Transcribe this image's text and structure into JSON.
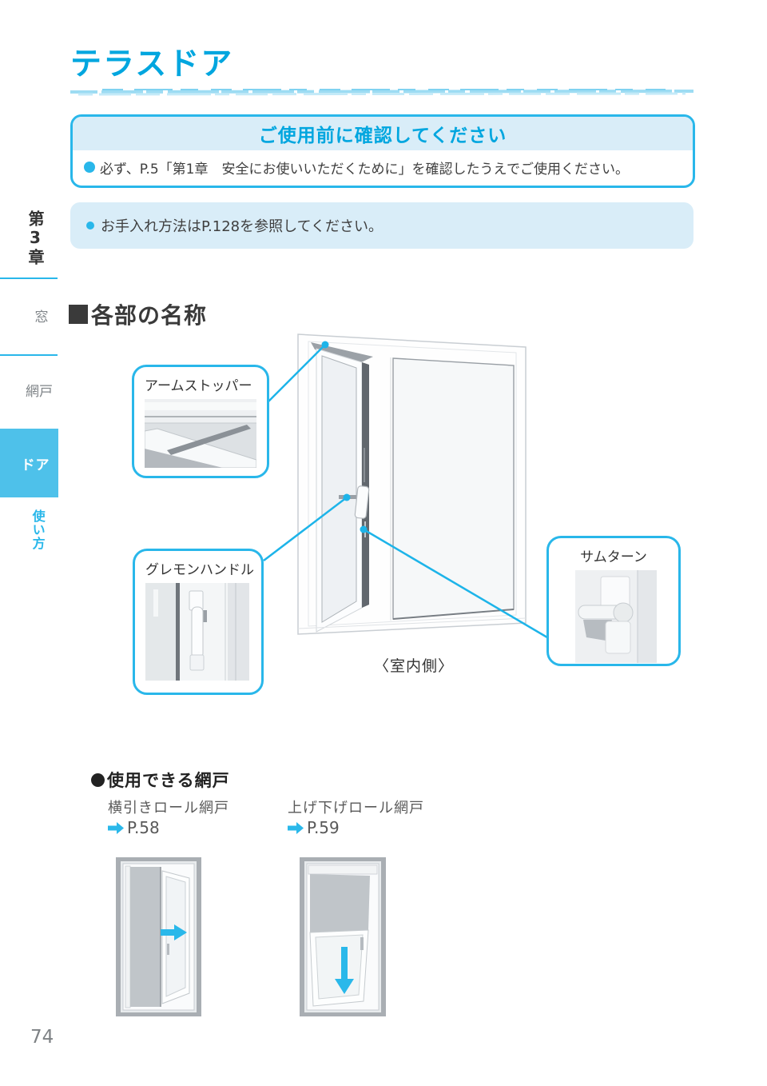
{
  "page": {
    "title": "テラスドア",
    "page_number": "74"
  },
  "sidebar": {
    "chapter": "第3章",
    "items": [
      {
        "label": "窓",
        "active": false
      },
      {
        "label": "網戸",
        "active": false
      },
      {
        "label": "ドア",
        "active": true
      },
      {
        "label": "使い方",
        "active": false
      }
    ]
  },
  "confirm_box": {
    "title": "ご使用前に確認してください",
    "body": "必ず、P.5「第1章　安全にお使いいただくために」を確認したうえでご使用ください。"
  },
  "note_box": {
    "text": "お手入れ方法はP.128を参照してください。"
  },
  "parts_section": {
    "heading": "各部の名称",
    "callouts": [
      {
        "label": "アームストッパー"
      },
      {
        "label": "グレモンハンドル"
      },
      {
        "label": "サムターン"
      }
    ],
    "view_label": "〈室内側〉"
  },
  "screens_section": {
    "heading": "使用できる網戸",
    "items": [
      {
        "name": "横引きロール網戸",
        "page_ref": "P.58"
      },
      {
        "name": "上げ下げロール網戸",
        "page_ref": "P.59"
      }
    ]
  },
  "colors": {
    "accent_cyan": "#00a6df",
    "border_cyan": "#29b7ea",
    "sidebar_active": "#4ec1ea",
    "panel_blue": "#d9edf8",
    "text_dark": "#3a3a3a",
    "text_gray": "#595959"
  }
}
